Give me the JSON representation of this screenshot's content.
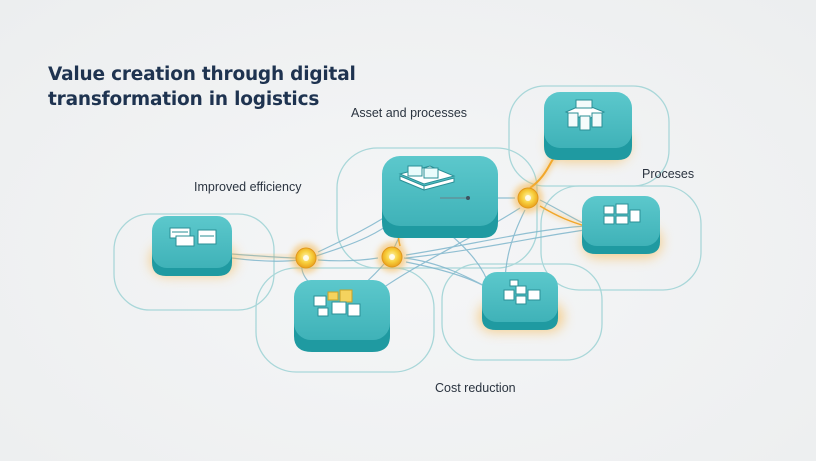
{
  "title_lines": [
    "Value creation through digital",
    "transformation in logistics"
  ],
  "labels": {
    "asset_processes": "Asset and processes",
    "proceses": "Proceses",
    "improved_efficiency": "Improved efficiency",
    "cost_reduction": "Cost reduction"
  },
  "colors": {
    "background": "#eef0f1",
    "platform_top": "#4bbdc2",
    "platform_side": "#1f9aa1",
    "glow": "#f6b13c",
    "hub": "#f4c430",
    "link": "#7fb6cc",
    "title": "#1e3350"
  },
  "nodes": [
    {
      "name": "central-hub-node",
      "icon": "warehouse-icon",
      "glow": false
    },
    {
      "name": "top-right-node",
      "icon": "container-stack-icon",
      "glow": true
    },
    {
      "name": "right-node",
      "icon": "shelf-boxes-icon",
      "glow": true
    },
    {
      "name": "left-node",
      "icon": "inventory-rack-icon",
      "glow": true
    },
    {
      "name": "bottom-left-node",
      "icon": "packages-icon",
      "glow": false
    },
    {
      "name": "bottom-right-node",
      "icon": "cargo-boxes-icon",
      "glow": true
    }
  ],
  "hubs": [
    "left-connector-hub",
    "center-connector-hub",
    "upper-connector-hub"
  ]
}
